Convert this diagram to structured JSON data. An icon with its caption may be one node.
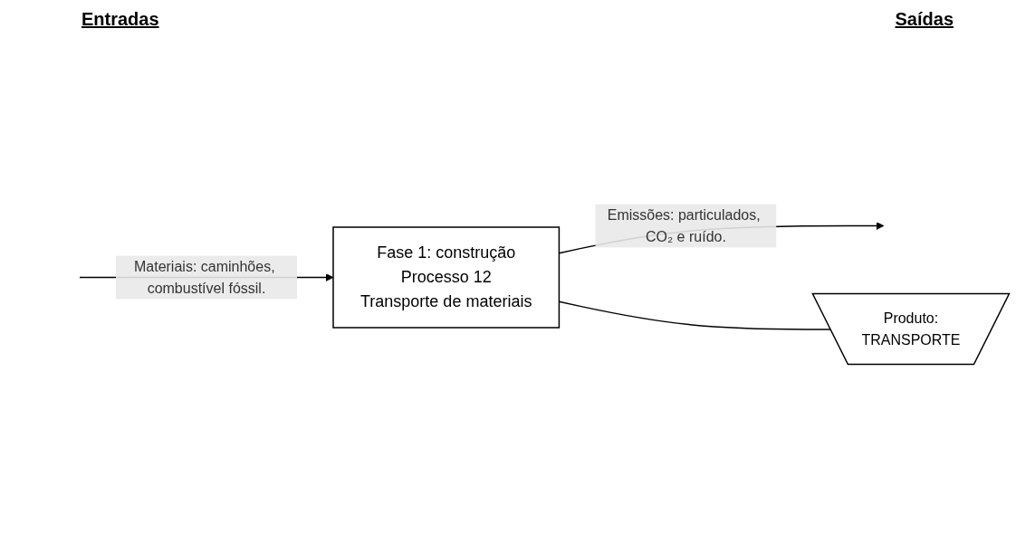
{
  "diagram": {
    "nodes": [
      {
        "text": [
          "Fase 1: construção",
          "Processo 12",
          "Transporte de materiais"
        ]
      },
      {
        "text": [
          "Produto:",
          "TRANSPORTE"
        ]
      }
    ],
    "edges": [
      {
        "from": null,
        "to": 0,
        "arrow": "to",
        "label": "Materiais: caminhões, combustível fóssil."
      },
      {
        "from": 0,
        "to": null,
        "arrow": "to",
        "label": "Emissões: particulados, CO₂ e ruído."
      },
      {
        "from": 0,
        "to": 1,
        "arrow": "none"
      }
    ],
    "labels": [
      "Entradas",
      "Saídas"
    ]
  }
}
